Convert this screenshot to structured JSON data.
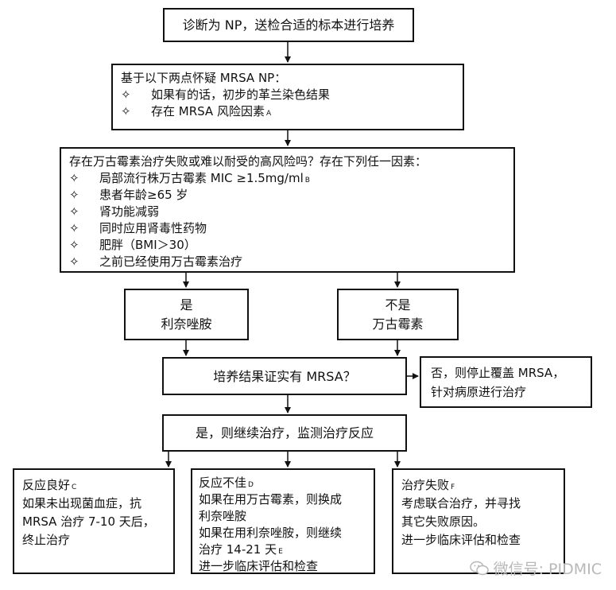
{
  "step1": {
    "text": "诊断为 NP，送检合适的标本进行培养"
  },
  "step2": {
    "title": "基于以下两点怀疑 MRSA NP：",
    "items": [
      {
        "bullet": "✧",
        "text": "如果有的话，初步的革兰染色结果",
        "note": ""
      },
      {
        "bullet": "✧",
        "text": "存在 MRSA 风险因素",
        "note": "A"
      }
    ]
  },
  "step3": {
    "title": "存在万古霉素治疗失败或难以耐受的高风险吗？存在下列任一因素：",
    "items": [
      {
        "bullet": "✧",
        "text": "局部流行株万古霉素 MIC ≥1.5mg/ml",
        "note": "B"
      },
      {
        "bullet": "✧",
        "text": "患者年龄≥65 岁",
        "note": ""
      },
      {
        "bullet": "✧",
        "text": "肾功能减弱",
        "note": ""
      },
      {
        "bullet": "✧",
        "text": "同时应用肾毒性药物",
        "note": ""
      },
      {
        "bullet": "✧",
        "text": "肥胖（BMI＞30）",
        "note": ""
      },
      {
        "bullet": "✧",
        "text": "之前已经使用万古霉素治疗",
        "note": ""
      }
    ]
  },
  "yes_branch": {
    "line1": "是",
    "line2": "利奈唑胺"
  },
  "no_branch": {
    "line1": "不是",
    "line2": "万古霉素"
  },
  "culture": {
    "text": "培养结果证实有 MRSA？"
  },
  "culture_no": {
    "line1": "否，则停止覆盖 MRSA，",
    "line2": "针对病原进行治疗"
  },
  "continue": {
    "text": "是，则继续治疗，监测治疗反应"
  },
  "good": {
    "title": "反应良好",
    "note": "C",
    "lines": [
      "如果未出现菌血症，抗",
      "MRSA 治疗 7-10 天后，",
      "终止治疗"
    ]
  },
  "poor": {
    "title": "反应不佳",
    "note": "D",
    "lines": [
      "如果在用万古霉素，则换成",
      "利奈唑胺",
      "如果在用利奈唑胺，则继续"
    ],
    "line4": "治疗 14-21 天",
    "line4_note": "E",
    "line5": "进一步临床评估和检查"
  },
  "failure": {
    "title": "治疗失败",
    "note": "F",
    "lines": [
      "考虑联合治疗，并寻找",
      "其它失败原因。",
      "进一步临床评估和检查"
    ]
  },
  "watermark": {
    "text": "微信号: PIDMIC"
  }
}
